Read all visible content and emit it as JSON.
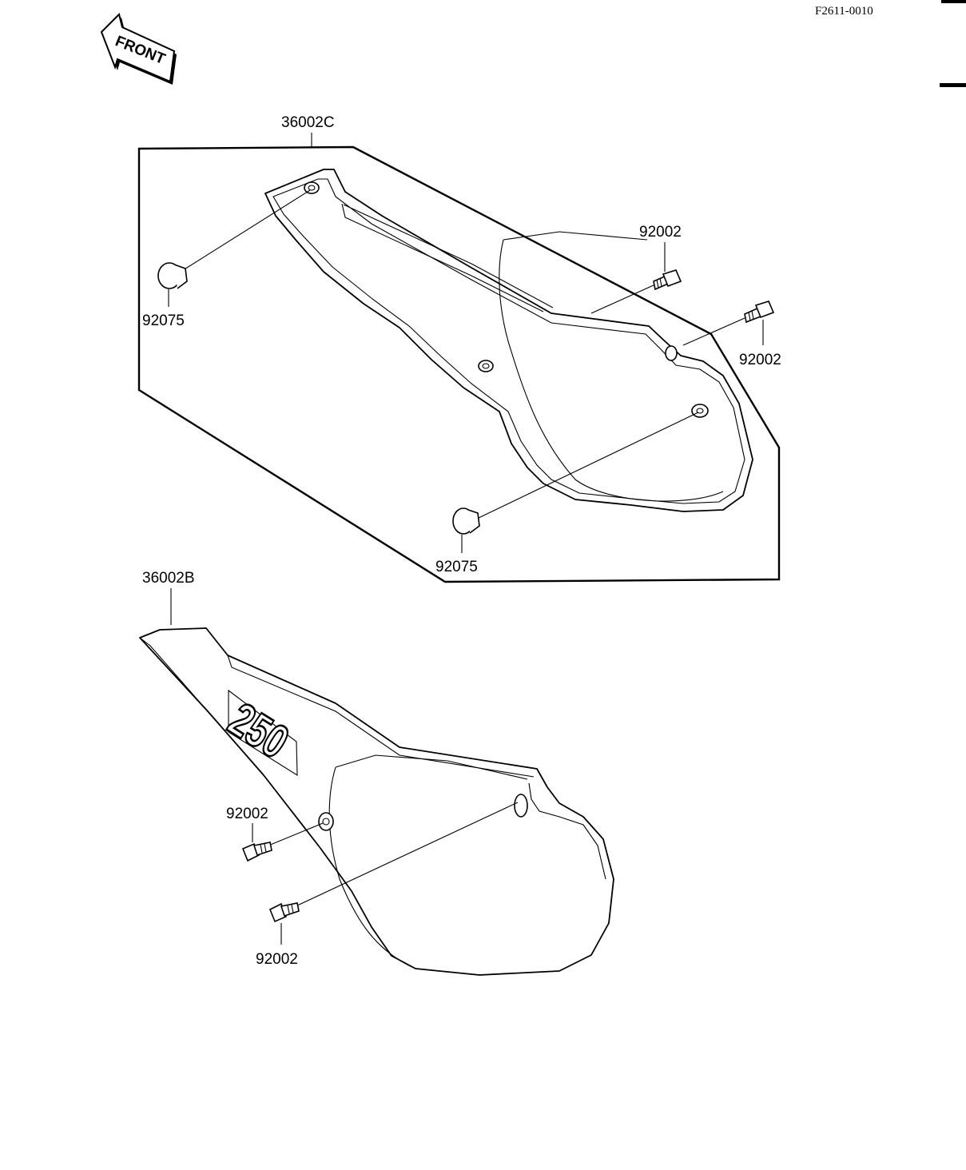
{
  "reference_code": "F2611-0010",
  "front_arrow_label": "FRONT",
  "badge_text": "250",
  "callouts": {
    "assembly_upper": "36002C",
    "assembly_lower": "36002B",
    "cap_upper_left": "92075",
    "cap_lower": "92075",
    "bolt_upper_top": "92002",
    "bolt_upper_right": "92002",
    "bolt_lower_left": "92002",
    "bolt_lower_bottom": "92002"
  }
}
